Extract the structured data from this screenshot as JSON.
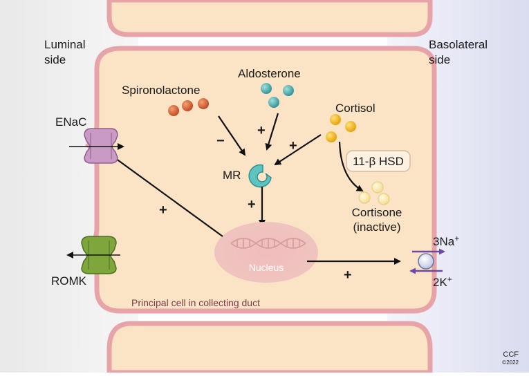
{
  "sides": {
    "luminal": [
      "Luminal",
      "side"
    ],
    "basolateral": [
      "Basolateral",
      "side"
    ]
  },
  "molecules": {
    "spironolactone": "Spironolactone",
    "aldosterone": "Aldosterone",
    "cortisol": "Cortisol",
    "enzyme": "11-β HSD",
    "cortisone": [
      "Cortisone",
      "(inactive)"
    ],
    "receptor": "MR"
  },
  "channels": {
    "enac": "ENaC",
    "romk": "ROMK"
  },
  "pump": {
    "na": "3Na",
    "k": "2K",
    "superscript": "+"
  },
  "nucleus": "Nucleus",
  "cell_caption": "Principal cell in collecting duct",
  "signs": {
    "plus": "+",
    "minus": "−"
  },
  "credit": {
    "mark": "CCF",
    "year": "©2022"
  },
  "colors": {
    "cell_fill": "#fbe3c6",
    "membrane": "#e6a3a8",
    "spironolactone": "#d45a2c",
    "aldosterone": "#3fa4a6",
    "cortisol": "#f2b20f",
    "cortisone": "#fbe6a3",
    "enac": "#c495bf",
    "romk": "#78a03a",
    "pump_arrows": "#6d4aa0"
  }
}
